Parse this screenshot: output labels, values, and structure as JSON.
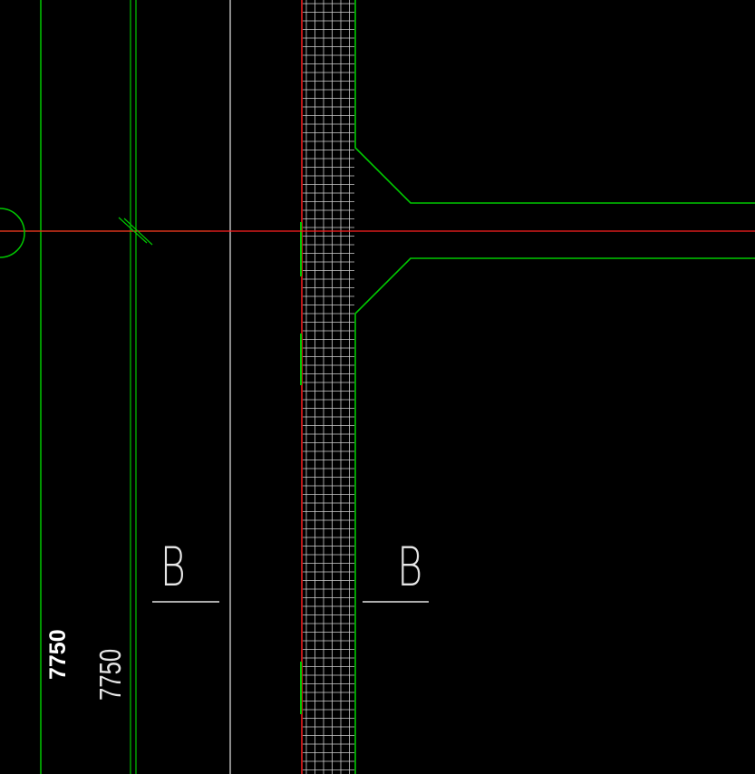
{
  "colors": {
    "background": "#000000",
    "green": "#00c800",
    "red": "#ff2020",
    "white": "#e6e6e6",
    "grid": "#cfcfcf"
  },
  "section_marks": {
    "left": "B",
    "right": "B"
  },
  "dimensions": {
    "bold": "7750",
    "thin": "7750"
  }
}
